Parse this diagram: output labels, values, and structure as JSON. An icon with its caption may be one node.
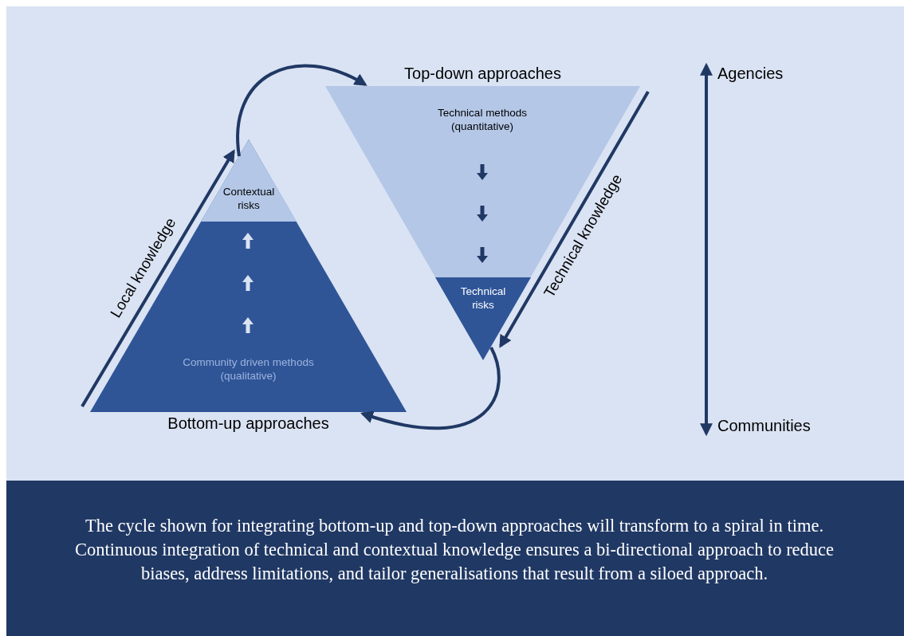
{
  "diagram": {
    "caption": "The cycle shown for integrating bottom-up and top-down approaches will transform to a spiral in time. Continuous integration of technical and contextual knowledge ensures a bi-directional approach to reduce biases, address limitations, and tailor generalisations that result from a siloed approach.",
    "nodes": [
      {
        "text": [
          "Community driven methods (qualitative)",
          "Bottom-up approaches"
        ]
      },
      {
        "text": [
          "Contextual risks"
        ],
        "in": 0
      },
      {
        "text": [
          "Top-down approaches",
          "Technical methods (quantitative)"
        ]
      },
      {
        "text": [
          "Technical risks"
        ],
        "in": 2
      },
      {
        "text": [
          "Agencies"
        ]
      },
      {
        "text": [
          "Communities"
        ]
      }
    ],
    "edges": [
      {
        "from": 1,
        "to": 2,
        "arrow": "to"
      },
      {
        "from": 3,
        "to": 0,
        "arrow": "to"
      },
      {
        "from": 5,
        "to": 4,
        "arrow": "both"
      }
    ],
    "labels": [
      "Local knowledge",
      "Technical knowledge"
    ]
  }
}
